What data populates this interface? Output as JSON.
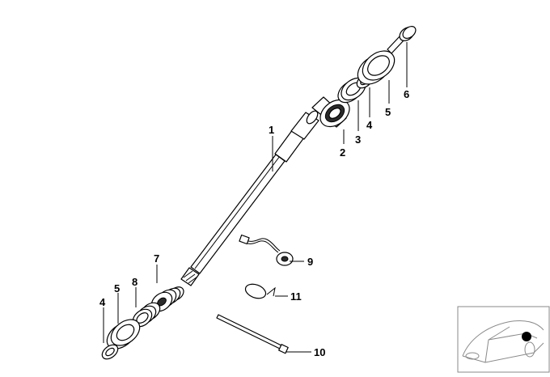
{
  "diagram": {
    "callouts": [
      {
        "id": "1",
        "label": "1"
      },
      {
        "id": "2",
        "label": "2"
      },
      {
        "id": "3",
        "label": "3"
      },
      {
        "id": "4a",
        "label": "4"
      },
      {
        "id": "5a",
        "label": "5"
      },
      {
        "id": "6",
        "label": "6"
      },
      {
        "id": "7",
        "label": "7"
      },
      {
        "id": "8",
        "label": "8"
      },
      {
        "id": "5b",
        "label": "5"
      },
      {
        "id": "4b",
        "label": "4"
      },
      {
        "id": "9",
        "label": "9"
      },
      {
        "id": "10",
        "label": "10"
      },
      {
        "id": "11",
        "label": "11"
      }
    ]
  },
  "thumbnail": {
    "marker_color": "#000000",
    "frame_color": "#8a8a8a"
  }
}
